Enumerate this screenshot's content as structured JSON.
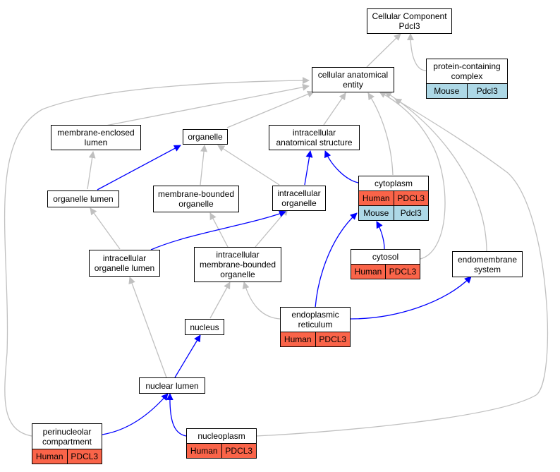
{
  "colors": {
    "is_a_edge": "#c0c0c0",
    "part_of_edge": "#0000ff",
    "human": "#fa6449",
    "mouse": "#add8e6"
  },
  "nodes": {
    "root": {
      "line1": "Cellular Component",
      "line2": "Pdcl3"
    },
    "cae": {
      "line1": "cellular anatomical",
      "line2": "entity"
    },
    "pcc": {
      "line1": "protein-containing",
      "line2": "complex"
    },
    "mel": {
      "line1": "membrane-enclosed",
      "line2": "lumen"
    },
    "organelle": {
      "line1": "organelle"
    },
    "ias": {
      "line1": "intracellular",
      "line2": "anatomical structure"
    },
    "ol": {
      "line1": "organelle lumen"
    },
    "mbo": {
      "line1": "membrane-bounded",
      "line2": "organelle"
    },
    "io": {
      "line1": "intracellular",
      "line2": "organelle"
    },
    "cytoplasm": {
      "line1": "cytoplasm"
    },
    "iol": {
      "line1": "intracellular",
      "line2": "organelle lumen"
    },
    "imbo": {
      "line1": "intracellular",
      "line2": "membrane-bounded",
      "line3": "organelle"
    },
    "cytosol": {
      "line1": "cytosol"
    },
    "endomembrane": {
      "line1": "endomembrane",
      "line2": "system"
    },
    "er": {
      "line1": "endoplasmic",
      "line2": "reticulum"
    },
    "nucleus": {
      "line1": "nucleus"
    },
    "nuclear_lumen": {
      "line1": "nuclear lumen"
    },
    "perinucleolar": {
      "line1": "perinucleolar",
      "line2": "compartment"
    },
    "nucleoplasm": {
      "line1": "nucleoplasm"
    }
  },
  "genes": {
    "pcc_mouse": {
      "species": "Mouse",
      "gene": "Pdcl3"
    },
    "cyto_human": {
      "species": "Human",
      "gene": "PDCL3"
    },
    "cyto_mouse": {
      "species": "Mouse",
      "gene": "Pdcl3"
    },
    "cytosol_human": {
      "species": "Human",
      "gene": "PDCL3"
    },
    "er_human": {
      "species": "Human",
      "gene": "PDCL3"
    },
    "peri_human": {
      "species": "Human",
      "gene": "PDCL3"
    },
    "nucleo_human": {
      "species": "Human",
      "gene": "PDCL3"
    }
  }
}
